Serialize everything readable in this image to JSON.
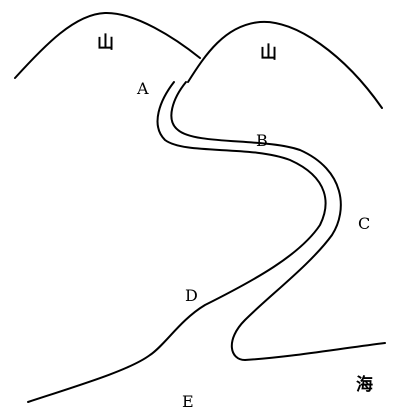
{
  "diagram": {
    "mountain_left_label": "山",
    "mountain_right_label": "山",
    "sea_label": "海",
    "point_a": "A",
    "point_b": "B",
    "point_c": "C",
    "point_d": "D",
    "point_e": "E"
  }
}
